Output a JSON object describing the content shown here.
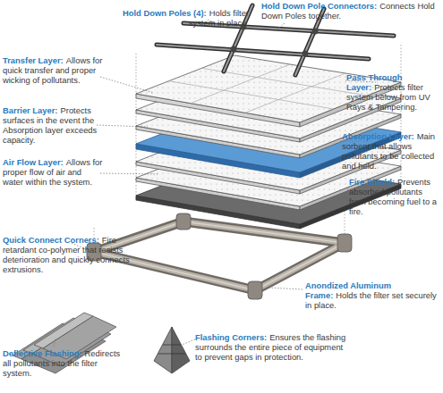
{
  "diagram": {
    "labels": [
      "Hold Down Poles (4):",
      "Holds filter system in place.",
      "Hold Down Pole Connectors:",
      "Connects Hold Down Poles together.",
      "Transfer Layer:",
      "Allows for quick transfer and proper wicking of pollutants.",
      "Pass Through Layer:",
      "Protects filter system below from UV Rays & Tampering.",
      "Barrier Layer:",
      "Protects surfaces in the event the Absorption layer exceeds capacity.",
      "Absorption Layer:",
      "Main sorbent that allows pollutants to be collected and held.",
      "Air Flow Layer:",
      "Allows for proper flow of air and water within the system.",
      "Fire Shield:",
      "Prevents absorbed pollutants from becoming fuel to a fire.",
      "Quick Connect Corners:",
      "Fire retardant co-polymer that resists deterioration and quickly connects extrusions.",
      "Anondized Aluminum Frame:",
      "Holds the filter set securely in place.",
      "Flashing Corners:",
      "Ensures the flashing surrounds the entire piece of equipment to prevent gaps in protection.",
      "Deflective Flashing:",
      "Redirects all pollutants into the filter system."
    ]
  }
}
